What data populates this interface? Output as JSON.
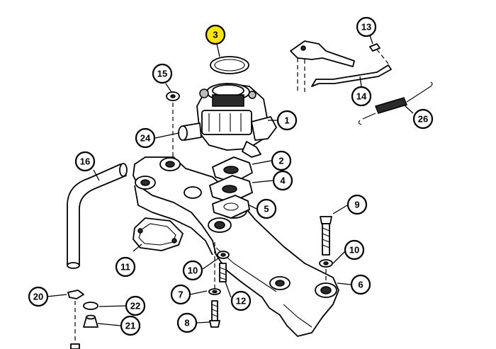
{
  "diagram": {
    "highlight_color": "#ffe600",
    "callouts": [
      {
        "id": "1",
        "label": "1"
      },
      {
        "id": "2",
        "label": "2"
      },
      {
        "id": "3",
        "label": "3",
        "highlighted": true
      },
      {
        "id": "4",
        "label": "4"
      },
      {
        "id": "5",
        "label": "5"
      },
      {
        "id": "6",
        "label": "6"
      },
      {
        "id": "7",
        "label": "7"
      },
      {
        "id": "8",
        "label": "8"
      },
      {
        "id": "9",
        "label": "9"
      },
      {
        "id": "10a",
        "label": "10"
      },
      {
        "id": "10b",
        "label": "10"
      },
      {
        "id": "11",
        "label": "11"
      },
      {
        "id": "12",
        "label": "12"
      },
      {
        "id": "13",
        "label": "13"
      },
      {
        "id": "14",
        "label": "14"
      },
      {
        "id": "15",
        "label": "15"
      },
      {
        "id": "16",
        "label": "16"
      },
      {
        "id": "20",
        "label": "20"
      },
      {
        "id": "21",
        "label": "21"
      },
      {
        "id": "22",
        "label": "22"
      },
      {
        "id": "24",
        "label": "24"
      },
      {
        "id": "26",
        "label": "26"
      }
    ]
  }
}
